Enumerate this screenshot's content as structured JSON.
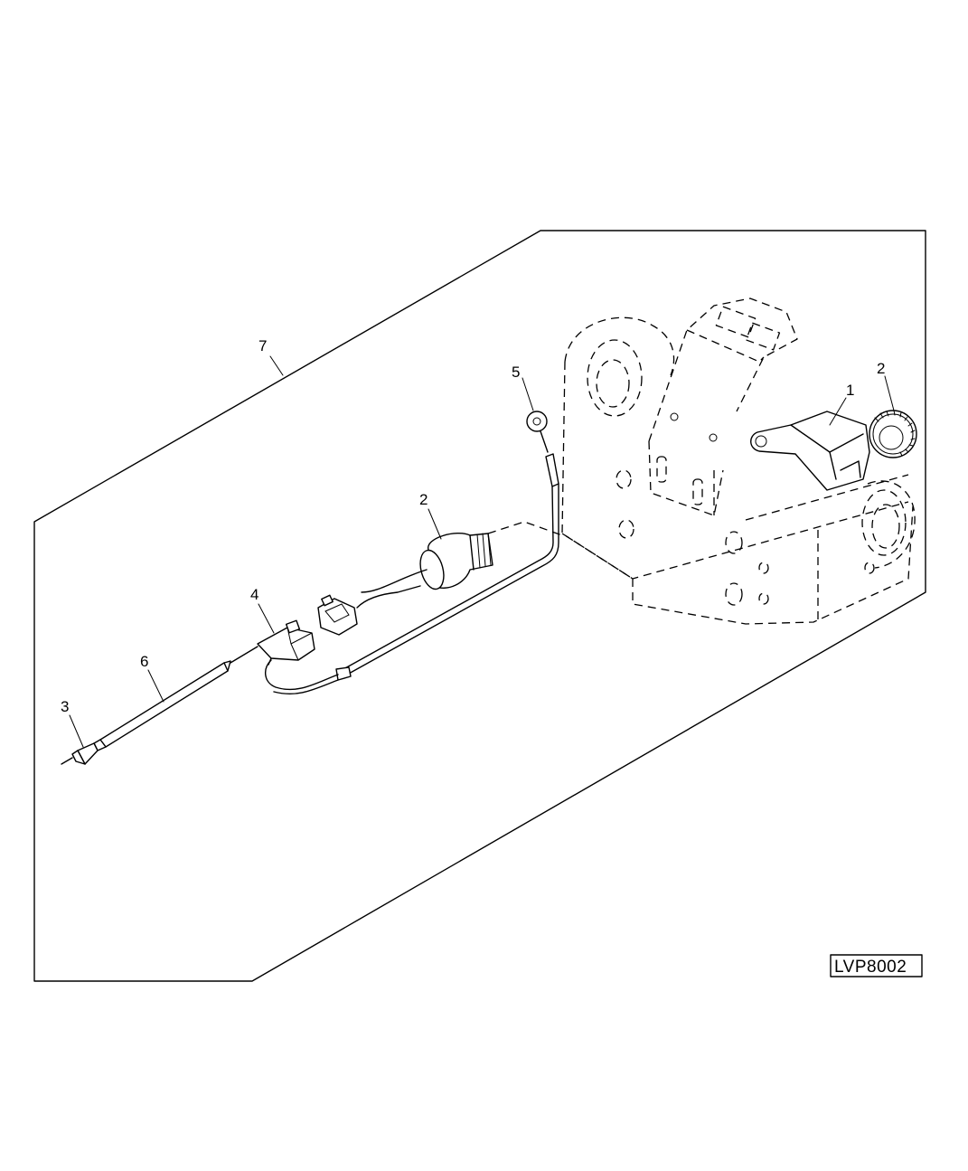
{
  "callouts": [
    {
      "id": "callout-1",
      "label": "1"
    },
    {
      "id": "callout-2-bracket",
      "label": "2"
    },
    {
      "id": "callout-2-sensor",
      "label": "2"
    },
    {
      "id": "callout-3",
      "label": "3"
    },
    {
      "id": "callout-4",
      "label": "4"
    },
    {
      "id": "callout-5",
      "label": "5"
    },
    {
      "id": "callout-6",
      "label": "6"
    },
    {
      "id": "callout-7",
      "label": "7"
    }
  ],
  "reference_code": "LVP8002"
}
